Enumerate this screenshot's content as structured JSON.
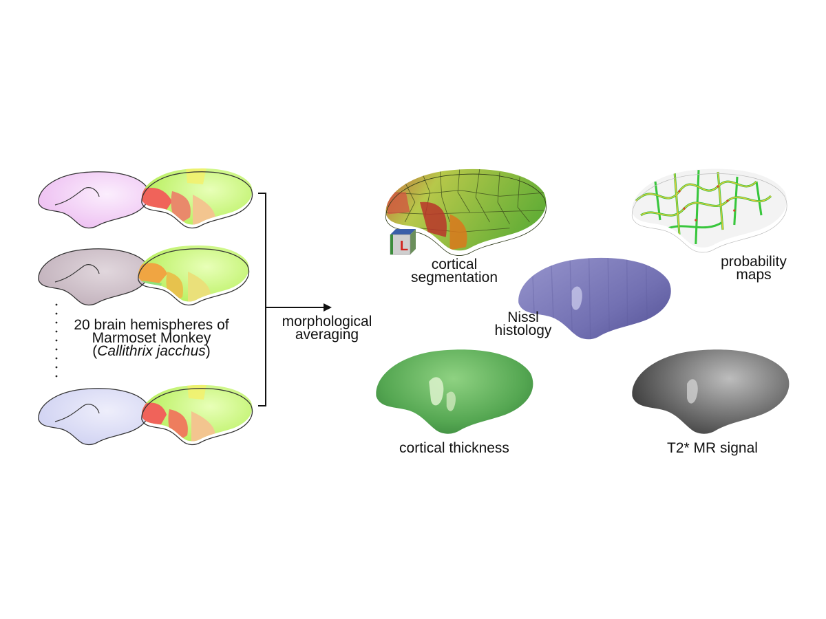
{
  "left_panel": {
    "line1": "20 brain hemispheres of",
    "line2": "Marmoset Monkey",
    "line3_open": "(",
    "line3_species": "Callithrix jacchus",
    "line3_close": ")"
  },
  "process": {
    "line1": "morphological",
    "line2": "averaging"
  },
  "outputs": {
    "segmentation": {
      "line1": "cortical",
      "line2": "segmentation"
    },
    "probability": {
      "line1": "probability",
      "line2": "maps"
    },
    "nissl": {
      "line1": "Nissl",
      "line2": "histology"
    },
    "thickness": {
      "line1": "cortical thickness"
    },
    "t2": {
      "line1": "T2* MR signal"
    }
  },
  "orientation_cube": {
    "label": "L",
    "color": "#d2231e"
  },
  "colors": {
    "hemisphere_pink": "#f2c8f5",
    "hemisphere_taupe": "#cbbcc5",
    "hemisphere_lavender": "#d7d9f4",
    "seg_base": "#7bbd3c",
    "seg_red": "#c9472b",
    "prob_outline": "#38c63c",
    "prob_yellow": "#e7d43a",
    "nissl": "#7a78b6",
    "thickness": "#5aa955",
    "t2": "#6a6a6a"
  }
}
